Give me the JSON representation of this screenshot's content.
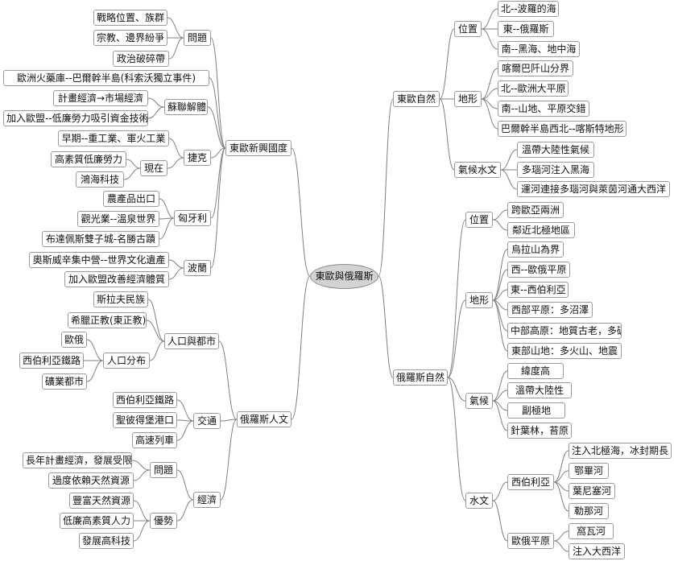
{
  "center": "東歐與俄羅斯",
  "left": [
    {
      "label": "東歐新興國度",
      "children": [
        {
          "label": "問題",
          "children": [
            {
              "label": "戰略位置、族群"
            },
            {
              "label": "宗教、邊界紛爭"
            },
            {
              "label": "政治破碎帶"
            }
          ]
        },
        {
          "label": "歐洲火藥庫--巴爾幹半島(科索沃獨立事件)"
        },
        {
          "label": "蘇聯解體",
          "children": [
            {
              "label": "計畫經濟→市場經濟"
            },
            {
              "label": "加入歐盟--低廉勞力吸引資金技術"
            }
          ]
        },
        {
          "label": "捷克",
          "children": [
            {
              "label": "早期--重工業、軍火工業"
            },
            {
              "label": "現在",
              "children": [
                {
                  "label": "高素質低廉勞力"
                },
                {
                  "label": "鴻海科技"
                }
              ]
            }
          ]
        },
        {
          "label": "匈牙利",
          "children": [
            {
              "label": "農產品出口"
            },
            {
              "label": "觀光業--溫泉世界"
            },
            {
              "label": "布達佩斯雙子城-名勝古蹟"
            }
          ]
        },
        {
          "label": "波蘭",
          "children": [
            {
              "label": "奧斯威辛集中營--世界文化遺產"
            },
            {
              "label": "加入歐盟改善經濟體質"
            }
          ]
        }
      ]
    },
    {
      "label": "俄羅斯人文",
      "children": [
        {
          "label": "人口與都市",
          "children": [
            {
              "label": "斯拉夫民族"
            },
            {
              "label": "希臘正教(東正教)"
            },
            {
              "label": "人口分布",
              "children": [
                {
                  "label": "歐俄"
                },
                {
                  "label": "西伯利亞鐵路"
                },
                {
                  "label": "礦業都市"
                }
              ]
            }
          ]
        },
        {
          "label": "交通",
          "children": [
            {
              "label": "西伯利亞鐵路"
            },
            {
              "label": "聖彼得堡港口"
            },
            {
              "label": "高速列車"
            }
          ]
        },
        {
          "label": "經濟",
          "children": [
            {
              "label": "問題",
              "children": [
                {
                  "label": "長年計畫經濟，發展受限"
                },
                {
                  "label": "過度依賴天然資源"
                }
              ]
            },
            {
              "label": "優勢",
              "children": [
                {
                  "label": "豐富天然資源"
                },
                {
                  "label": "低廉高素質人力"
                },
                {
                  "label": "發展高科技"
                }
              ]
            }
          ]
        }
      ]
    }
  ],
  "right": [
    {
      "label": "東歐自然",
      "children": [
        {
          "label": "位置",
          "children": [
            {
              "label": "北--波羅的海"
            },
            {
              "label": "東--俄羅斯"
            },
            {
              "label": "南--黑海、地中海"
            }
          ]
        },
        {
          "label": "地形",
          "children": [
            {
              "label": "喀爾巴阡山分界"
            },
            {
              "label": "北--歐洲大平原"
            },
            {
              "label": "南--山地、平原交錯"
            },
            {
              "label": "巴爾幹半島西北--喀斯特地形"
            }
          ]
        },
        {
          "label": "氣候水文",
          "children": [
            {
              "label": "溫帶大陸性氣候"
            },
            {
              "label": "多瑙河注入黑海"
            },
            {
              "label": "運河連接多瑙河與萊茵河通大西洋"
            }
          ]
        }
      ]
    },
    {
      "label": "俄羅斯自然",
      "children": [
        {
          "label": "位置",
          "children": [
            {
              "label": "跨歐亞兩洲"
            },
            {
              "label": "鄰近北極地區"
            }
          ]
        },
        {
          "label": "地形",
          "children": [
            {
              "label": "烏拉山為界"
            },
            {
              "label": "西--歐俄平原"
            },
            {
              "label": "東--西伯利亞"
            },
            {
              "label": "西部平原：多沼澤"
            },
            {
              "label": "中部高原：地質古老，多礦產"
            },
            {
              "label": "東部山地：多火山、地震"
            }
          ]
        },
        {
          "label": "氣候",
          "children": [
            {
              "label": "緯度高"
            },
            {
              "label": "溫帶大陸性"
            },
            {
              "label": "副極地"
            },
            {
              "label": "針葉林，苔原"
            }
          ]
        },
        {
          "label": "水文",
          "children": [
            {
              "label": "西伯利亞",
              "children": [
                {
                  "label": "注入北極海，冰封期長"
                },
                {
                  "label": "鄂畢河"
                },
                {
                  "label": "葉尼塞河"
                },
                {
                  "label": "勒那河"
                }
              ]
            },
            {
              "label": "歐俄平原",
              "children": [
                {
                  "label": "窩瓦河"
                },
                {
                  "label": "注入大西洋"
                }
              ]
            }
          ]
        }
      ]
    }
  ]
}
